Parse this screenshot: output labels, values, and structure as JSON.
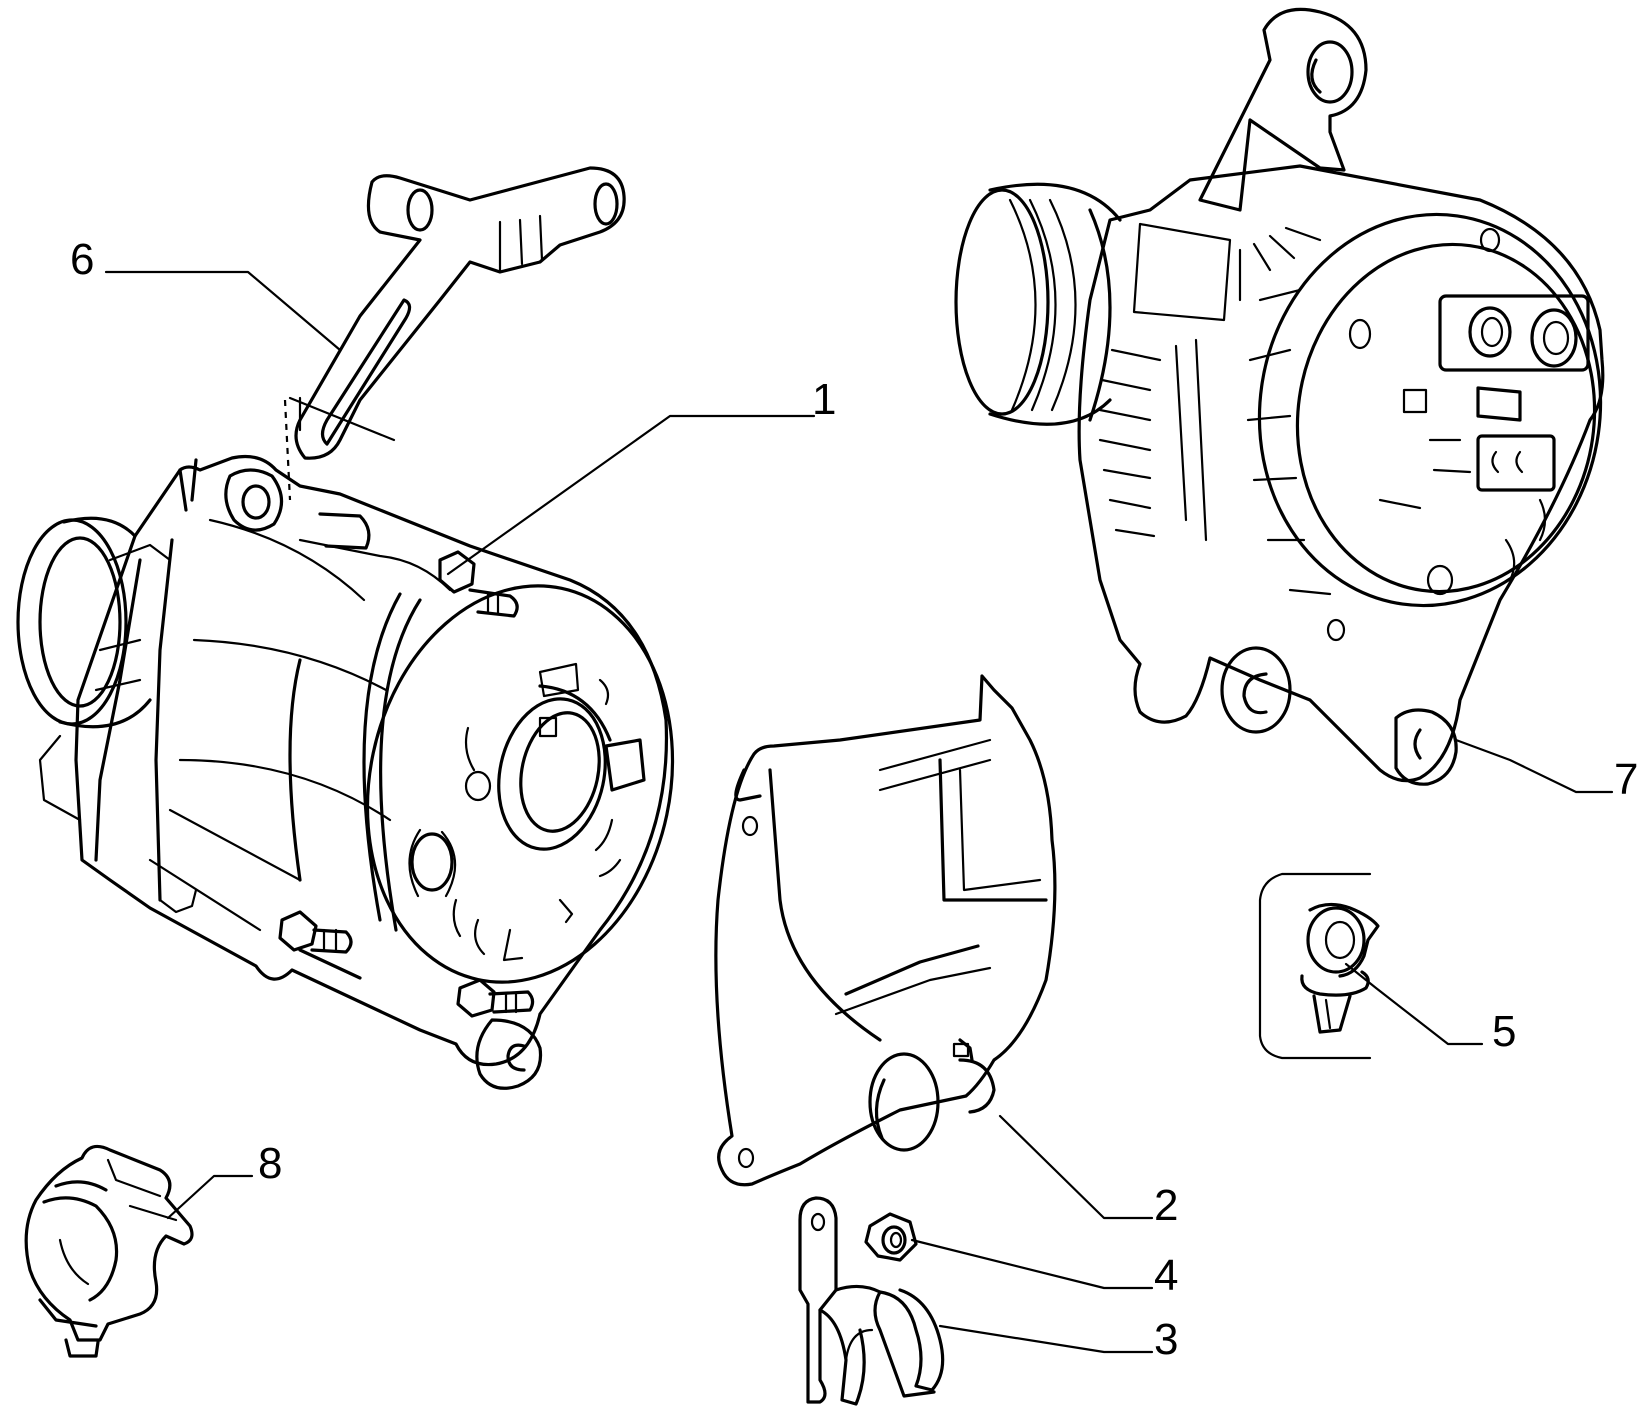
{
  "callouts": [
    {
      "id": "1",
      "label": "1",
      "part": "alternator"
    },
    {
      "id": "2",
      "label": "2",
      "part": "pulley-cover"
    },
    {
      "id": "3",
      "label": "3",
      "part": "hose-bracket"
    },
    {
      "id": "4",
      "label": "4",
      "part": "nut"
    },
    {
      "id": "5",
      "label": "5",
      "part": "clip"
    },
    {
      "id": "6",
      "label": "6",
      "part": "tension-bracket"
    },
    {
      "id": "7",
      "label": "7",
      "part": "alternator-alt"
    },
    {
      "id": "8",
      "label": "8",
      "part": "pipe-clamp"
    }
  ]
}
